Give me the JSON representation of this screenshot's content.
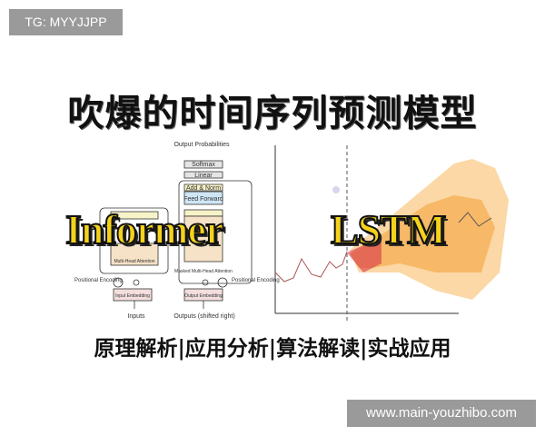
{
  "watermark": "TG: MYYJJPP",
  "title": "吹爆的时间序列预测模型",
  "overlay": {
    "left": "Informer",
    "right": "LSTM"
  },
  "subtitle": "原理解析|应用分析|算法解读|实战应用",
  "site": "www.main-youzhibo.com",
  "diagram": {
    "output_probabilities": "Output Probabilities",
    "softmax": "Softmax",
    "linear": "Linear",
    "add_norm": "Add & Norm",
    "feed_forward": "Feed Forward",
    "multi_head": "Multi-Head Attention",
    "masked_multi_head": "Masked Multi-Head Attention",
    "positional_encoding": "Positional Encoding",
    "input_embedding": "Input Embedding",
    "output_embedding": "Output Embedding",
    "inputs": "Inputs",
    "outputs": "Outputs (shifted right)"
  },
  "colors": {
    "overlay_text": "#f4d21c",
    "forecast": "#f39a2a",
    "history": "#c77"
  }
}
